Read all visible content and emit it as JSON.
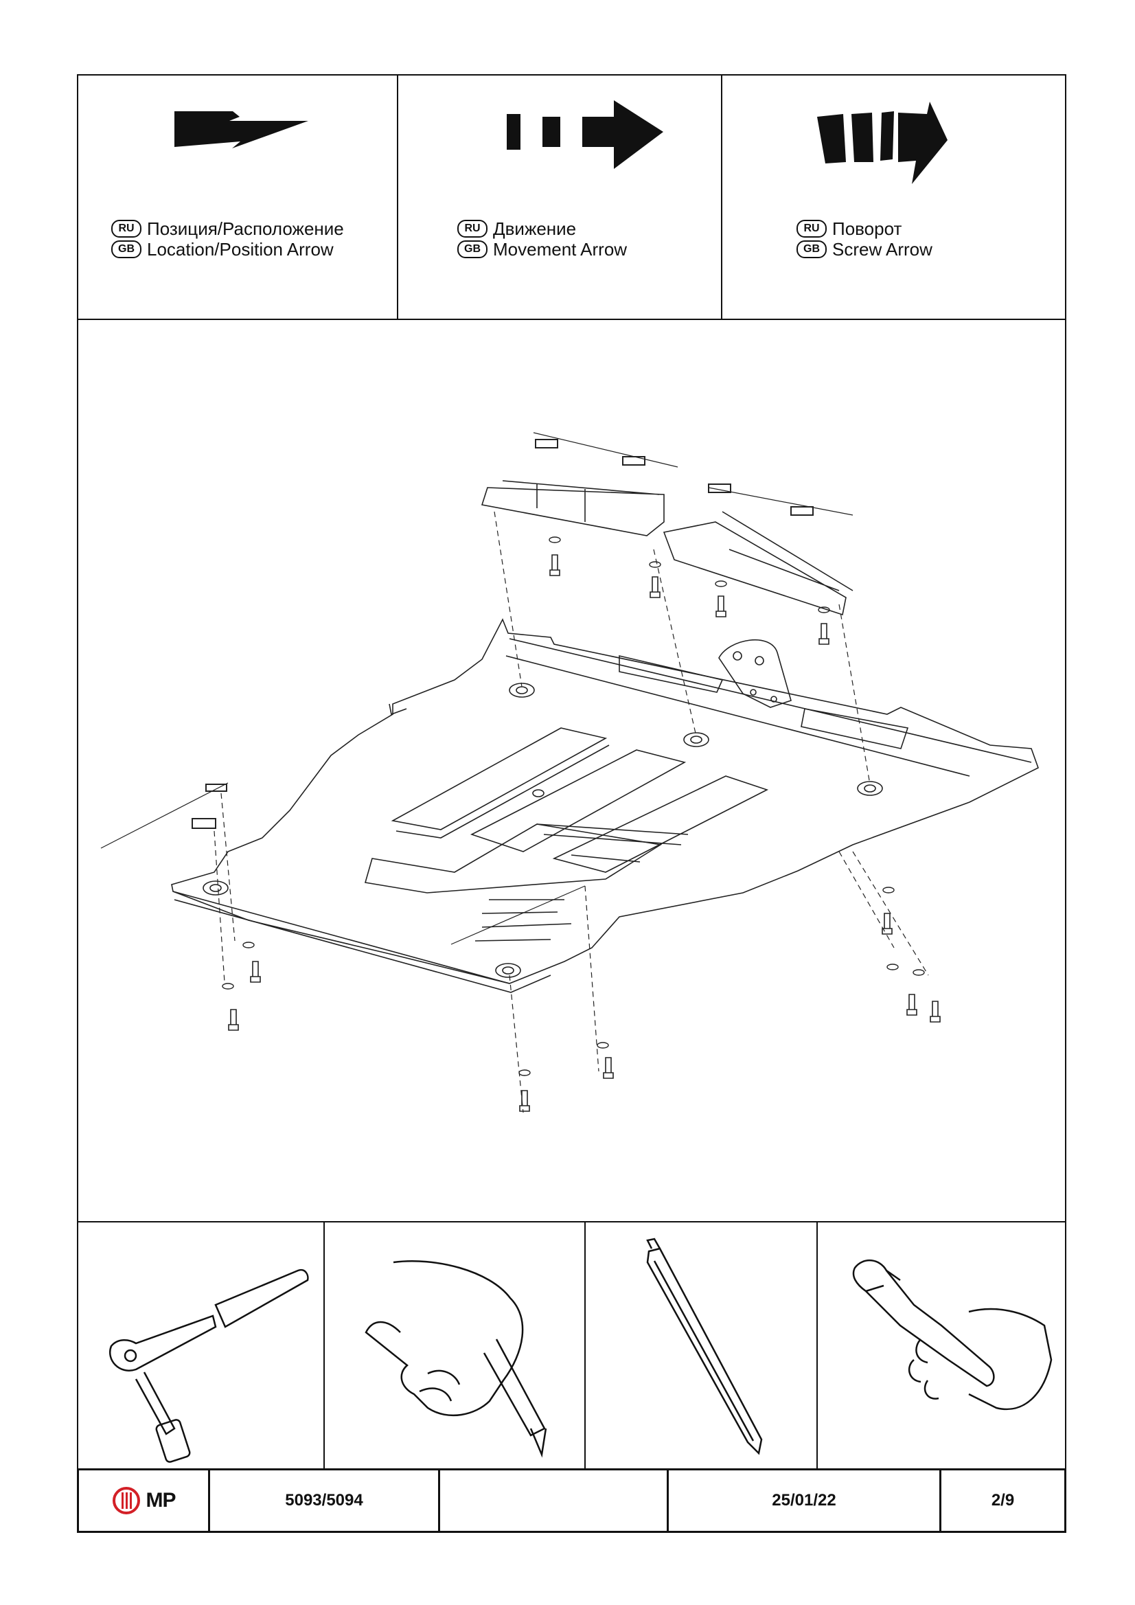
{
  "legend": {
    "location": {
      "ru_code": "RU",
      "gb_code": "GB",
      "ru_label": "Позиция/Расположение",
      "gb_label": "Location/Position Arrow"
    },
    "movement": {
      "ru_code": "RU",
      "gb_code": "GB",
      "ru_label": "Движение",
      "gb_label": "Movement Arrow"
    },
    "screw": {
      "ru_code": "RU",
      "gb_code": "GB",
      "ru_label": "Поворот",
      "gb_label": "Screw Arrow"
    }
  },
  "tools": [
    "ratchet-wrench-icon",
    "utility-knife-icon",
    "trim-removal-tool-icon",
    "side-cutter-pliers-icon"
  ],
  "footer": {
    "logo_text": "MP",
    "logo_color": "#d32027",
    "part_number": "5093/5094",
    "blank": "",
    "date": "25/01/22",
    "page": "2/9"
  }
}
